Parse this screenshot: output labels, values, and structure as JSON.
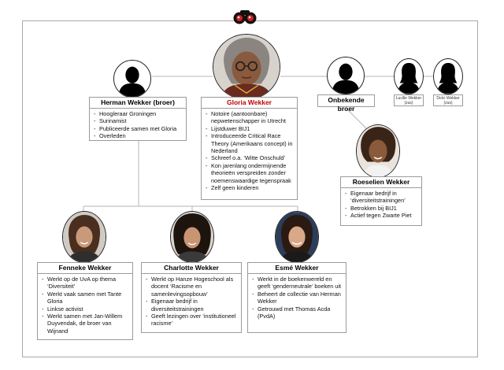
{
  "people": {
    "gloria": {
      "name": "Gloria Wekker",
      "bullets": [
        "Notoire (aantoonbare) nepwetenschapper in Utrecht",
        "Lijstduwer BIJ1",
        "Introduceerde Critical Race Theory (Amerikaans concept) in Nederland",
        "Schreef o.a. ‘Witte Onschuld’",
        "Kon jarenlang ondermijnende theorieën verspreiden zonder noemenswaardige tegenspraak",
        "Zelf geen kinderen"
      ]
    },
    "herman": {
      "name": "Herman Wekker (broer)",
      "bullets": [
        "Hoogleraar Groningen",
        "Surinamist",
        "Publiceerde samen met Gloria",
        "Overleden"
      ]
    },
    "onbekende": {
      "name": "Onbekende broer"
    },
    "lucille": {
      "name": "Lucille Wekker",
      "note": "(zus)"
    },
    "dolci": {
      "name": "Dolci Wekker",
      "note": "(zus)"
    },
    "roeselien": {
      "name": "Roeselien Wekker",
      "bullets": [
        "Eigenaar bedrijf in ‘diversiteitstrainingen’",
        "Betrokken bij BIJ1",
        "Actief tegen Zwarte Piet"
      ]
    },
    "fenneke": {
      "name": "Fenneke Wekker",
      "bullets": [
        "Werkt op de UvA op thema ‘Diversiteit’",
        "Werkt vaak samen met Tante Gloria",
        "Linkse activist",
        "Werkt samen met Jan-Willem Duyvendak, de broer van Wijnand"
      ]
    },
    "charlotte": {
      "name": "Charlotte Wekker",
      "bullets": [
        "Werkt op Hanze Hogeschool als docent ‘Racisme en samenlevingsopbouw’",
        "Eigenaar bedrijf in diversiteitstrainingen",
        "Geeft lezingen over ‘institutioneel racisme’"
      ]
    },
    "esme": {
      "name": "Esmé Wekker",
      "bullets": [
        "Werkt in de boekenwereld en geeft ‘genderneutrale’ boeken uit",
        "Beheert de collectie van Herman Wekker",
        "Getrouwd met Thomas Acda (PvdA)"
      ]
    }
  },
  "colors": {
    "highlight_name": "#c00000",
    "connector": "#b5b5b5",
    "border": "#9b9b9b"
  },
  "icons": {
    "logo": "binoculars-icon",
    "silhouette_male": "male-silhouette-icon",
    "silhouette_female": "female-silhouette-icon"
  }
}
